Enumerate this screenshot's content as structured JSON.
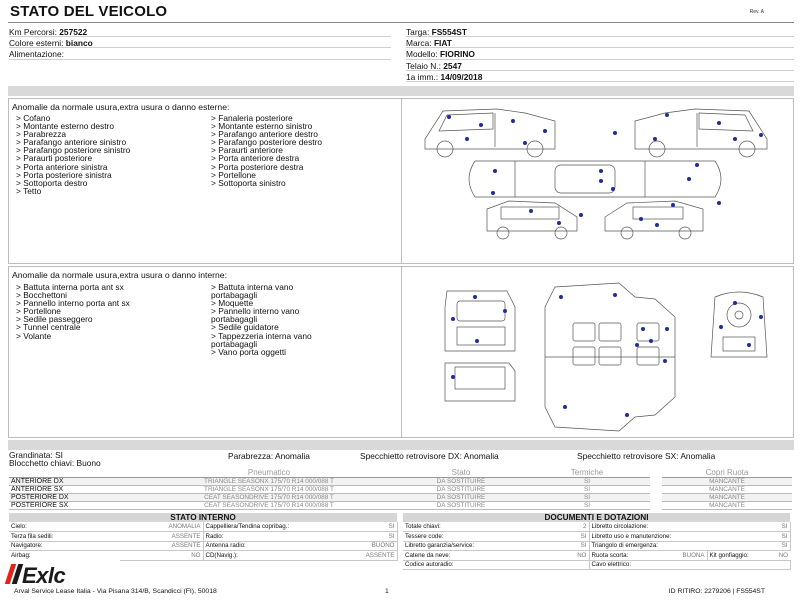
{
  "header": {
    "title": "STATO DEL VEICOLO",
    "rev": "Rev. A"
  },
  "info_left": [
    {
      "label": "Km Percorsi:",
      "value": "257522"
    },
    {
      "label": "Colore esterni:",
      "value": "bianco"
    },
    {
      "label": "Alimentazione:",
      "value": ""
    }
  ],
  "info_right": [
    {
      "label": "Targa:",
      "value": "FS554ST"
    },
    {
      "label": "Marca:",
      "value": "FIAT"
    },
    {
      "label": "Modello:",
      "value": "FIORINO"
    },
    {
      "label": "Telaio N.:",
      "value": "2547"
    },
    {
      "label": "1a imm.:",
      "value": "14/09/2018"
    }
  ],
  "exterior": {
    "title": "Anomalie da normale usura,extra usura o danno esterne:",
    "col1": [
      "> Cofano",
      "> Montante esterno destro",
      "> Parabrezza",
      "> Parafango anteriore sinistro",
      "> Parafango posteriore sinistro",
      "> Paraurti posteriore",
      "> Porta anteriore sinistra",
      "> Porta posteriore sinistra",
      "> Sottoporta destro",
      "> Tetto"
    ],
    "col2": [
      "> Fanaleria posteriore",
      "> Montante esterno sinistro",
      "> Parafango anteriore destro",
      "> Parafango posteriore destro",
      "> Paraurti anteriore",
      "> Porta anteriore destra",
      "> Porta posteriore destra",
      "> Portellone",
      "> Sottoporta sinistro"
    ]
  },
  "interior": {
    "title": "Anomalie da normale usura,extra usura o danno interne:",
    "col1": [
      "> Battuta interna porta ant sx",
      "> Bocchettoni",
      "> Pannello interno porta ant sx",
      "> Portellone",
      "> Sedile passeggero",
      "> Tunnel centrale",
      "> Volante"
    ],
    "col2": [
      "> Battuta interna vano",
      "portabagagli",
      "> Moquette",
      "> Pannello interno vano",
      "portabagagli",
      "> Sedile guidatore",
      "> Tappezzeria interna vano",
      "portabagagli",
      "> Vano porta oggetti"
    ]
  },
  "notes": {
    "grandinata": "Grandinata: SI",
    "blocchetto": "Blocchetto chiavi: Buono",
    "parabrezza": "Parabrezza: Anomalia",
    "specchietto_dx": "Specchietto retrovisore DX: Anomalia",
    "specchietto_sx": "Specchietto retrovisore SX: Anomalia"
  },
  "tyres": {
    "headers": [
      "Pneumatico",
      "Stato",
      "Termiche",
      "Copri Ruota"
    ],
    "rows": [
      {
        "pos": "ANTERIORE DX",
        "tyre": "TRIANGLE SEASONX 175/70 R14 000/088 T",
        "stato": "DA SOSTITUIRE",
        "termiche": "SI",
        "copri": "MANCANTE"
      },
      {
        "pos": "ANTERIORE SX",
        "tyre": "TRIANGLE SEASONX 175/70 R14 000/088 T",
        "stato": "DA SOSTITUIRE",
        "termiche": "SI",
        "copri": "MANCANTE"
      },
      {
        "pos": "POSTERIORE DX",
        "tyre": "CEAT SEASONDRIVE 175/70 R14 000/088 T",
        "stato": "DA SOSTITUIRE",
        "termiche": "SI",
        "copri": "MANCANTE"
      },
      {
        "pos": "POSTERIORE SX",
        "tyre": "CEAT SEASONDRIVE 175/70 R14 000/088 T",
        "stato": "DA SOSTITUIRE",
        "termiche": "SI",
        "copri": "MANCANTE"
      }
    ]
  },
  "stato_interno": {
    "title": "STATO INTERNO",
    "rows": [
      [
        "Cielo:",
        "ANOMALIA",
        "Cappelliera/Tendina copribag.:",
        "SI"
      ],
      [
        "Terza fila sedili:",
        "ASSENTE",
        "Radio:",
        "SI"
      ],
      [
        "Navigatore:",
        "ASSENTE",
        "Antenna radio:",
        "BUONO"
      ],
      [
        "Airbag:",
        "NO",
        "CD(Navig.):",
        "ASSENTE"
      ]
    ]
  },
  "documenti": {
    "title": "DOCUMENTI E DOTAZIONI",
    "rows": [
      [
        "Totale chiavi:",
        "2",
        "Libretto circolazione:",
        "SI"
      ],
      [
        "Tessere code:",
        "SI",
        "Libretto uso e manutenzione:",
        "SI"
      ],
      [
        "Libretto garanzia/service:",
        "SI",
        "Triangolo di emergenza:",
        "SI"
      ],
      [
        "Catene da neve:",
        "NO",
        "Ruota scorta:",
        "BUONA",
        "Kit gonfiaggio:",
        "NO"
      ],
      [
        "Codice autoradio:",
        "",
        "Cavo elettrico:",
        ""
      ]
    ]
  },
  "logo": {
    "text": "Exlc"
  },
  "footer": {
    "left": "Arval Service Lease Italia - Via Pisana 314/B, Scandicci (FI), 50018",
    "page": "1",
    "right": "ID RITIRO: 2279206 | FS554ST"
  },
  "colors": {
    "damage_dot": "#1f2d9e",
    "header_gray": "#d9d9d9",
    "logo_red": "#e2231a"
  }
}
